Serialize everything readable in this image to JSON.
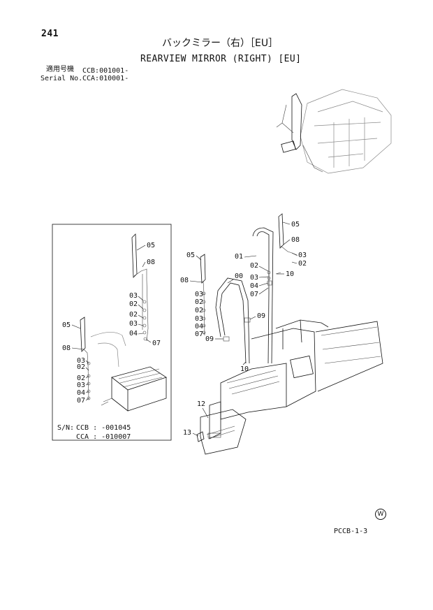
{
  "header": {
    "page_number": "241",
    "title_jp": "バックミラー（右）［EU］",
    "title_en": "REARVIEW MIRROR (RIGHT) [EU]",
    "serial_label_jp": "適用号機",
    "serial_ccb": "CCB:001001-",
    "serial_label_en": "Serial No.",
    "serial_cca": "CCA:010001-"
  },
  "inset": {
    "sn_label": "S/N:",
    "sn_ccb": "CCB : -001045",
    "sn_cca": "CCA : -010007"
  },
  "callouts": {
    "inset_top": [
      "05",
      "08",
      "03",
      "02",
      "02",
      "03",
      "04",
      "07"
    ],
    "inset_left": [
      "05",
      "08",
      "03",
      "02",
      "02",
      "03",
      "04",
      "07"
    ],
    "main_right": [
      "05",
      "08",
      "03",
      "02",
      "01",
      "02",
      "03",
      "04",
      "07",
      "10"
    ],
    "main_left": [
      "05",
      "08",
      "00",
      "03",
      "02",
      "02",
      "03",
      "04",
      "07",
      "09",
      "09",
      "10"
    ],
    "lower": [
      "12",
      "13"
    ]
  },
  "footer": {
    "code": "PCCB-1-3",
    "maker_mark": "W"
  }
}
